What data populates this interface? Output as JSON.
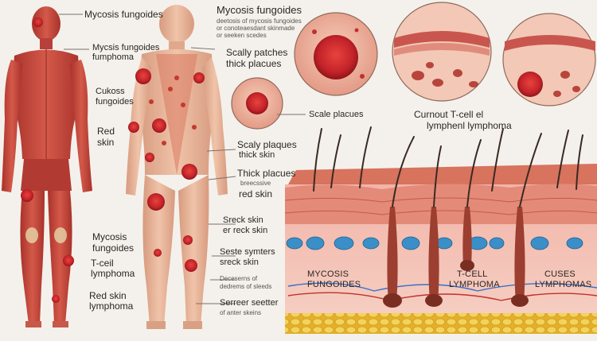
{
  "labels": {
    "mycosis_top": "Mycosis fungoides",
    "mycosis_lymphoma_1": "Mycsis fungoides",
    "mycosis_lymphoma_2": "fumphoma",
    "cukoss_1": "Cukoss",
    "cukoss_2": "fungoides",
    "red_skin_1": "Red",
    "red_skin_2": "skin",
    "mycosis_lower_1": "Mycosis",
    "mycosis_lower_2": "fungoides",
    "tcell_1": "T-ceil",
    "tcell_2": "lymphoma",
    "red_skin_lower_1": "Red skin",
    "red_skin_lower_2": "lymphoma",
    "center_title": "Mycosis fungoides",
    "center_sub_1": "deetosis of mycosis fungoides",
    "center_sub_2": "or conoteaesdant skinmade",
    "center_sub_3": "or seeken scedes",
    "scaly_patches_1": "Scally patches",
    "scaly_patches_2": "thick placues",
    "scale_plaques": "Scale   placues",
    "curious_1": "Curnout T-cell el",
    "curious_2": "lymphenl lymphoma",
    "scaly_plaques_1": "Scaly plaques",
    "scaly_plaques_2": "thick skin",
    "thick_places_1": "Thick placues",
    "thick_places_2": "breecssive",
    "thick_places_3": "red skin",
    "sreck_1": "Sreck skin",
    "sreck_2": "er reck skin",
    "seste_1": "Seste symters",
    "seste_2": "sreck skin",
    "deceses_1": "Deceserns of",
    "deceses_2": "dedrems of sleeds",
    "serrer_1": "Serreer seetter",
    "serrer_2": "of anter skeins",
    "cs_mycosis_1": "MYCOSIS",
    "cs_mycosis_2": "FUNGOIDES",
    "cs_tcell_1": "T-CELL",
    "cs_tcell_2": "LYMPHOMA",
    "cs_cuses_1": "CUSES",
    "cs_cuses_2": "LYMPHOMAS"
  },
  "colors": {
    "background": "#f4f1ec",
    "muscle": "#c84a3c",
    "skin": "#e8b598",
    "lesion": "#c0262a",
    "epidermis": "#e7a89a",
    "vessel_blue": "#3b8fc8",
    "fat_yellow": "#e9c23a"
  }
}
